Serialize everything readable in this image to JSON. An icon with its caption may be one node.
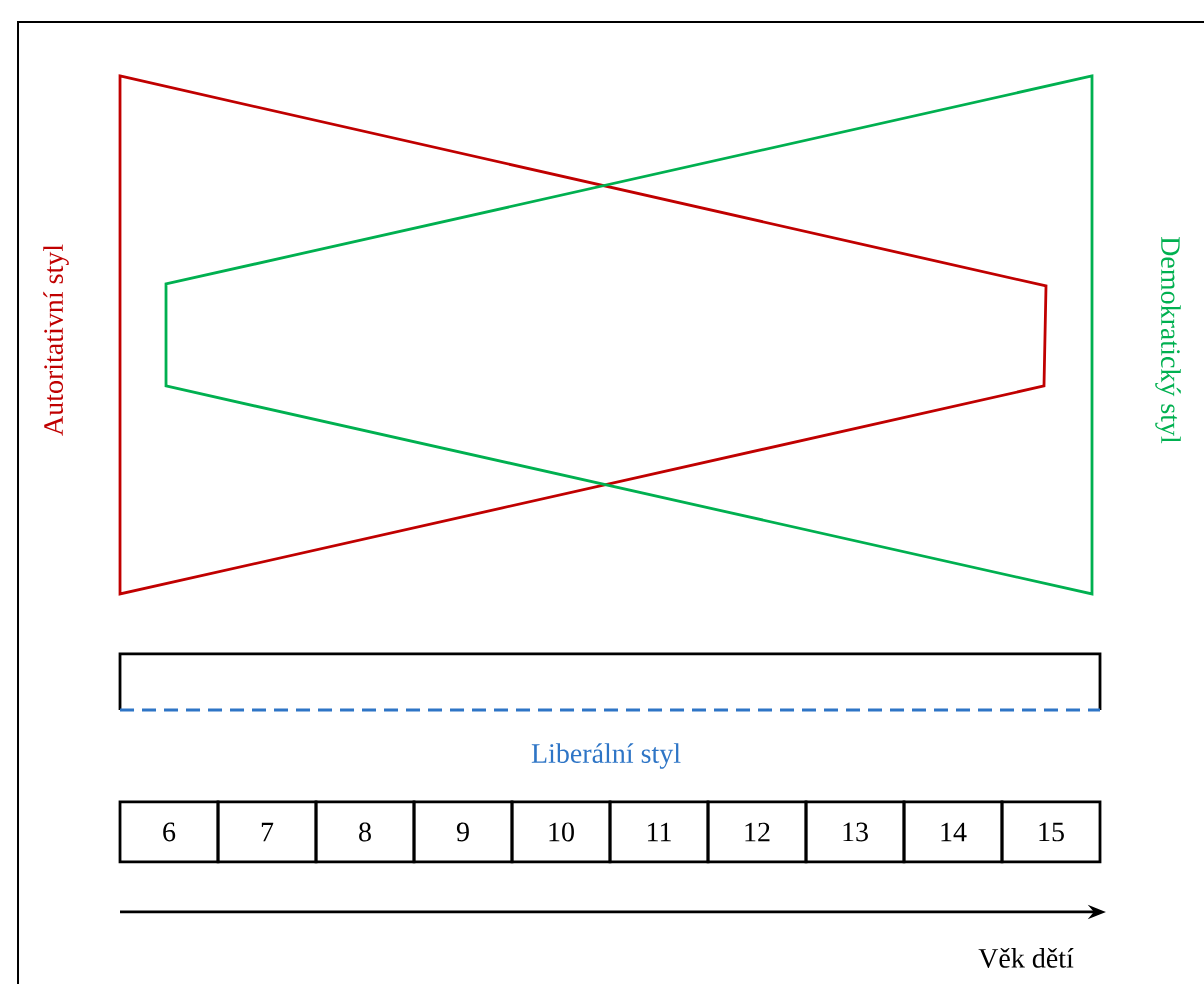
{
  "diagram": {
    "nodes": [
      {
        "text": [
          "Autoritativní styl"
        ]
      },
      {
        "text": [
          "Demokratický styl"
        ]
      },
      {
        "text": [
          "Liberální styl"
        ]
      }
    ],
    "labels": [
      "6",
      "7",
      "8",
      "9",
      "10",
      "11",
      "12",
      "13",
      "14",
      "15",
      "Věk dětí"
    ]
  }
}
